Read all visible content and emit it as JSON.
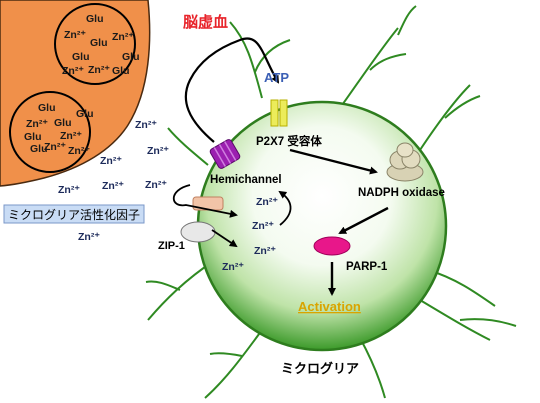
{
  "title": "脳虚血",
  "neuron": {
    "vesicles": [
      {
        "items": [
          "Glu",
          "Zn²⁺",
          "Glu",
          "Zn²⁺",
          "Glu",
          "Glu",
          "Zn²⁺",
          "Glu",
          "Zn²⁺"
        ]
      },
      {
        "items": [
          "Glu",
          "Zn²⁺",
          "Glu",
          "Glu",
          "Zn²⁺",
          "Glu",
          "Glu",
          "Zn²⁺",
          "Zn²⁺"
        ]
      }
    ]
  },
  "free_zn": "Zn²⁺",
  "factor_label": "ミクログリア活性化因子",
  "atp_label": "ATP",
  "p2x7_label": "P2X7 受容体",
  "hemichannel_label": "Hemichannel",
  "zip1_label": "ZIP-1",
  "nadph_label": "NADPH oxidase",
  "parp_label": "PARP-1",
  "activation_label": "Activation",
  "cell_label": "ミクログリア",
  "colors": {
    "neuron": "#f0904a",
    "cell_edge": "#2e7d1e",
    "title": "#e8232a",
    "atp": "#3b5fb5",
    "factor_box": "#c9dcf5",
    "hemichannel": "#9b1fb0",
    "p2x7": "#ecec5a",
    "parp": "#e8178a",
    "activation": "#d9a400",
    "zip1": "#e8e8e8",
    "transporter": "#f2c4a8",
    "nadph": "#d8d2b4",
    "zn_text": "#1c2a5a"
  }
}
